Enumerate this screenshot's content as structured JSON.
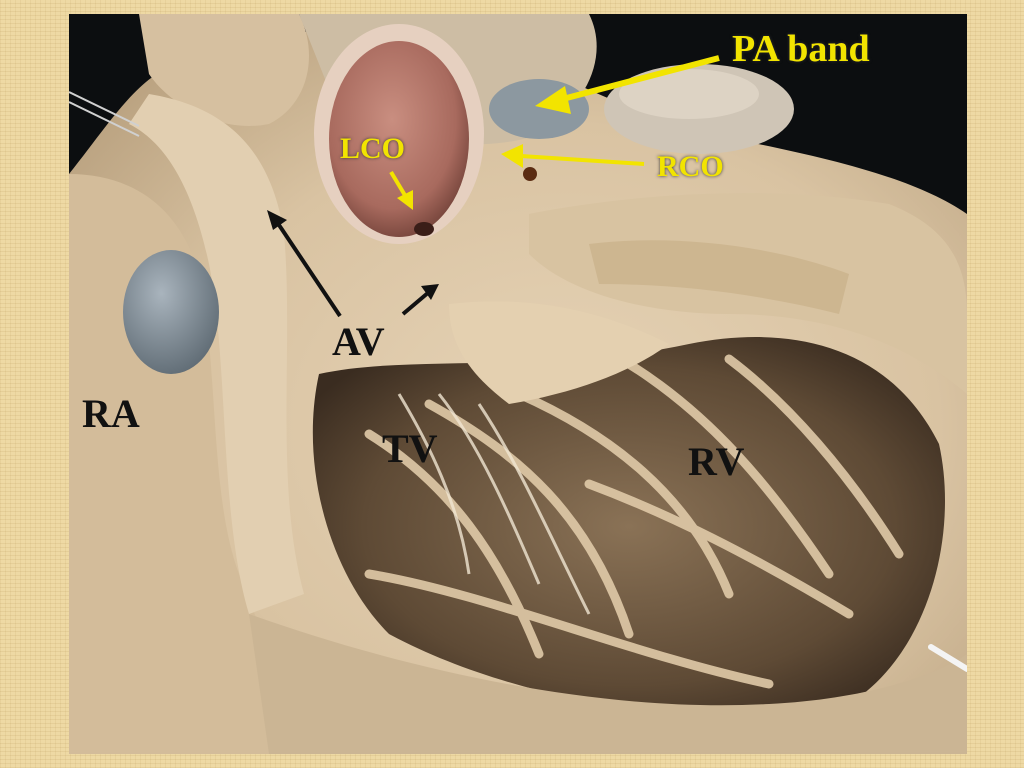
{
  "image": {
    "subject": "heart-specimen",
    "background_color": "#eed9a4",
    "label_yellow": "#f2e400",
    "label_dark": "#111111"
  },
  "labels": {
    "pa_band": "PA band",
    "lco": "LCO",
    "rco": "RCO",
    "av": "AV",
    "ra": "RA",
    "tv": "TV",
    "rv": "RV"
  }
}
